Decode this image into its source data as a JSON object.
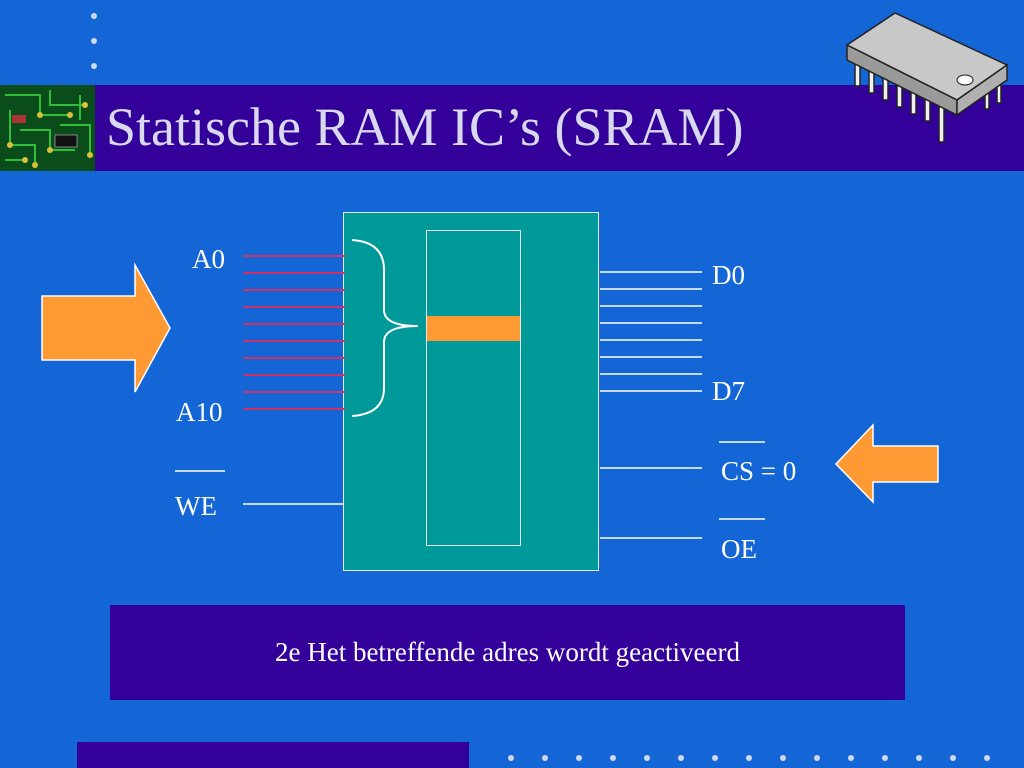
{
  "slide": {
    "title": "Statische RAM IC’s (SRAM)",
    "status_text": "2e  Het betreffende adres wordt geactiveerd"
  },
  "diagram": {
    "address_first": "A0",
    "address_last": "A10",
    "write_enable": "WE",
    "data_first": "D0",
    "data_last": "D7",
    "chip_select": "CS = 0",
    "output_enable": "OE"
  },
  "colors": {
    "background": "#1466d6",
    "band": "#330099",
    "ram_block": "#009999",
    "arrow": "#ff9933",
    "address_line": "#cc3366",
    "title_text": "#d8d8ee"
  },
  "icons": {
    "logo": "circuit-board-icon",
    "chip": "ic-chip-icon",
    "arrows": "arrow-right-icon / arrow-left-icon"
  }
}
